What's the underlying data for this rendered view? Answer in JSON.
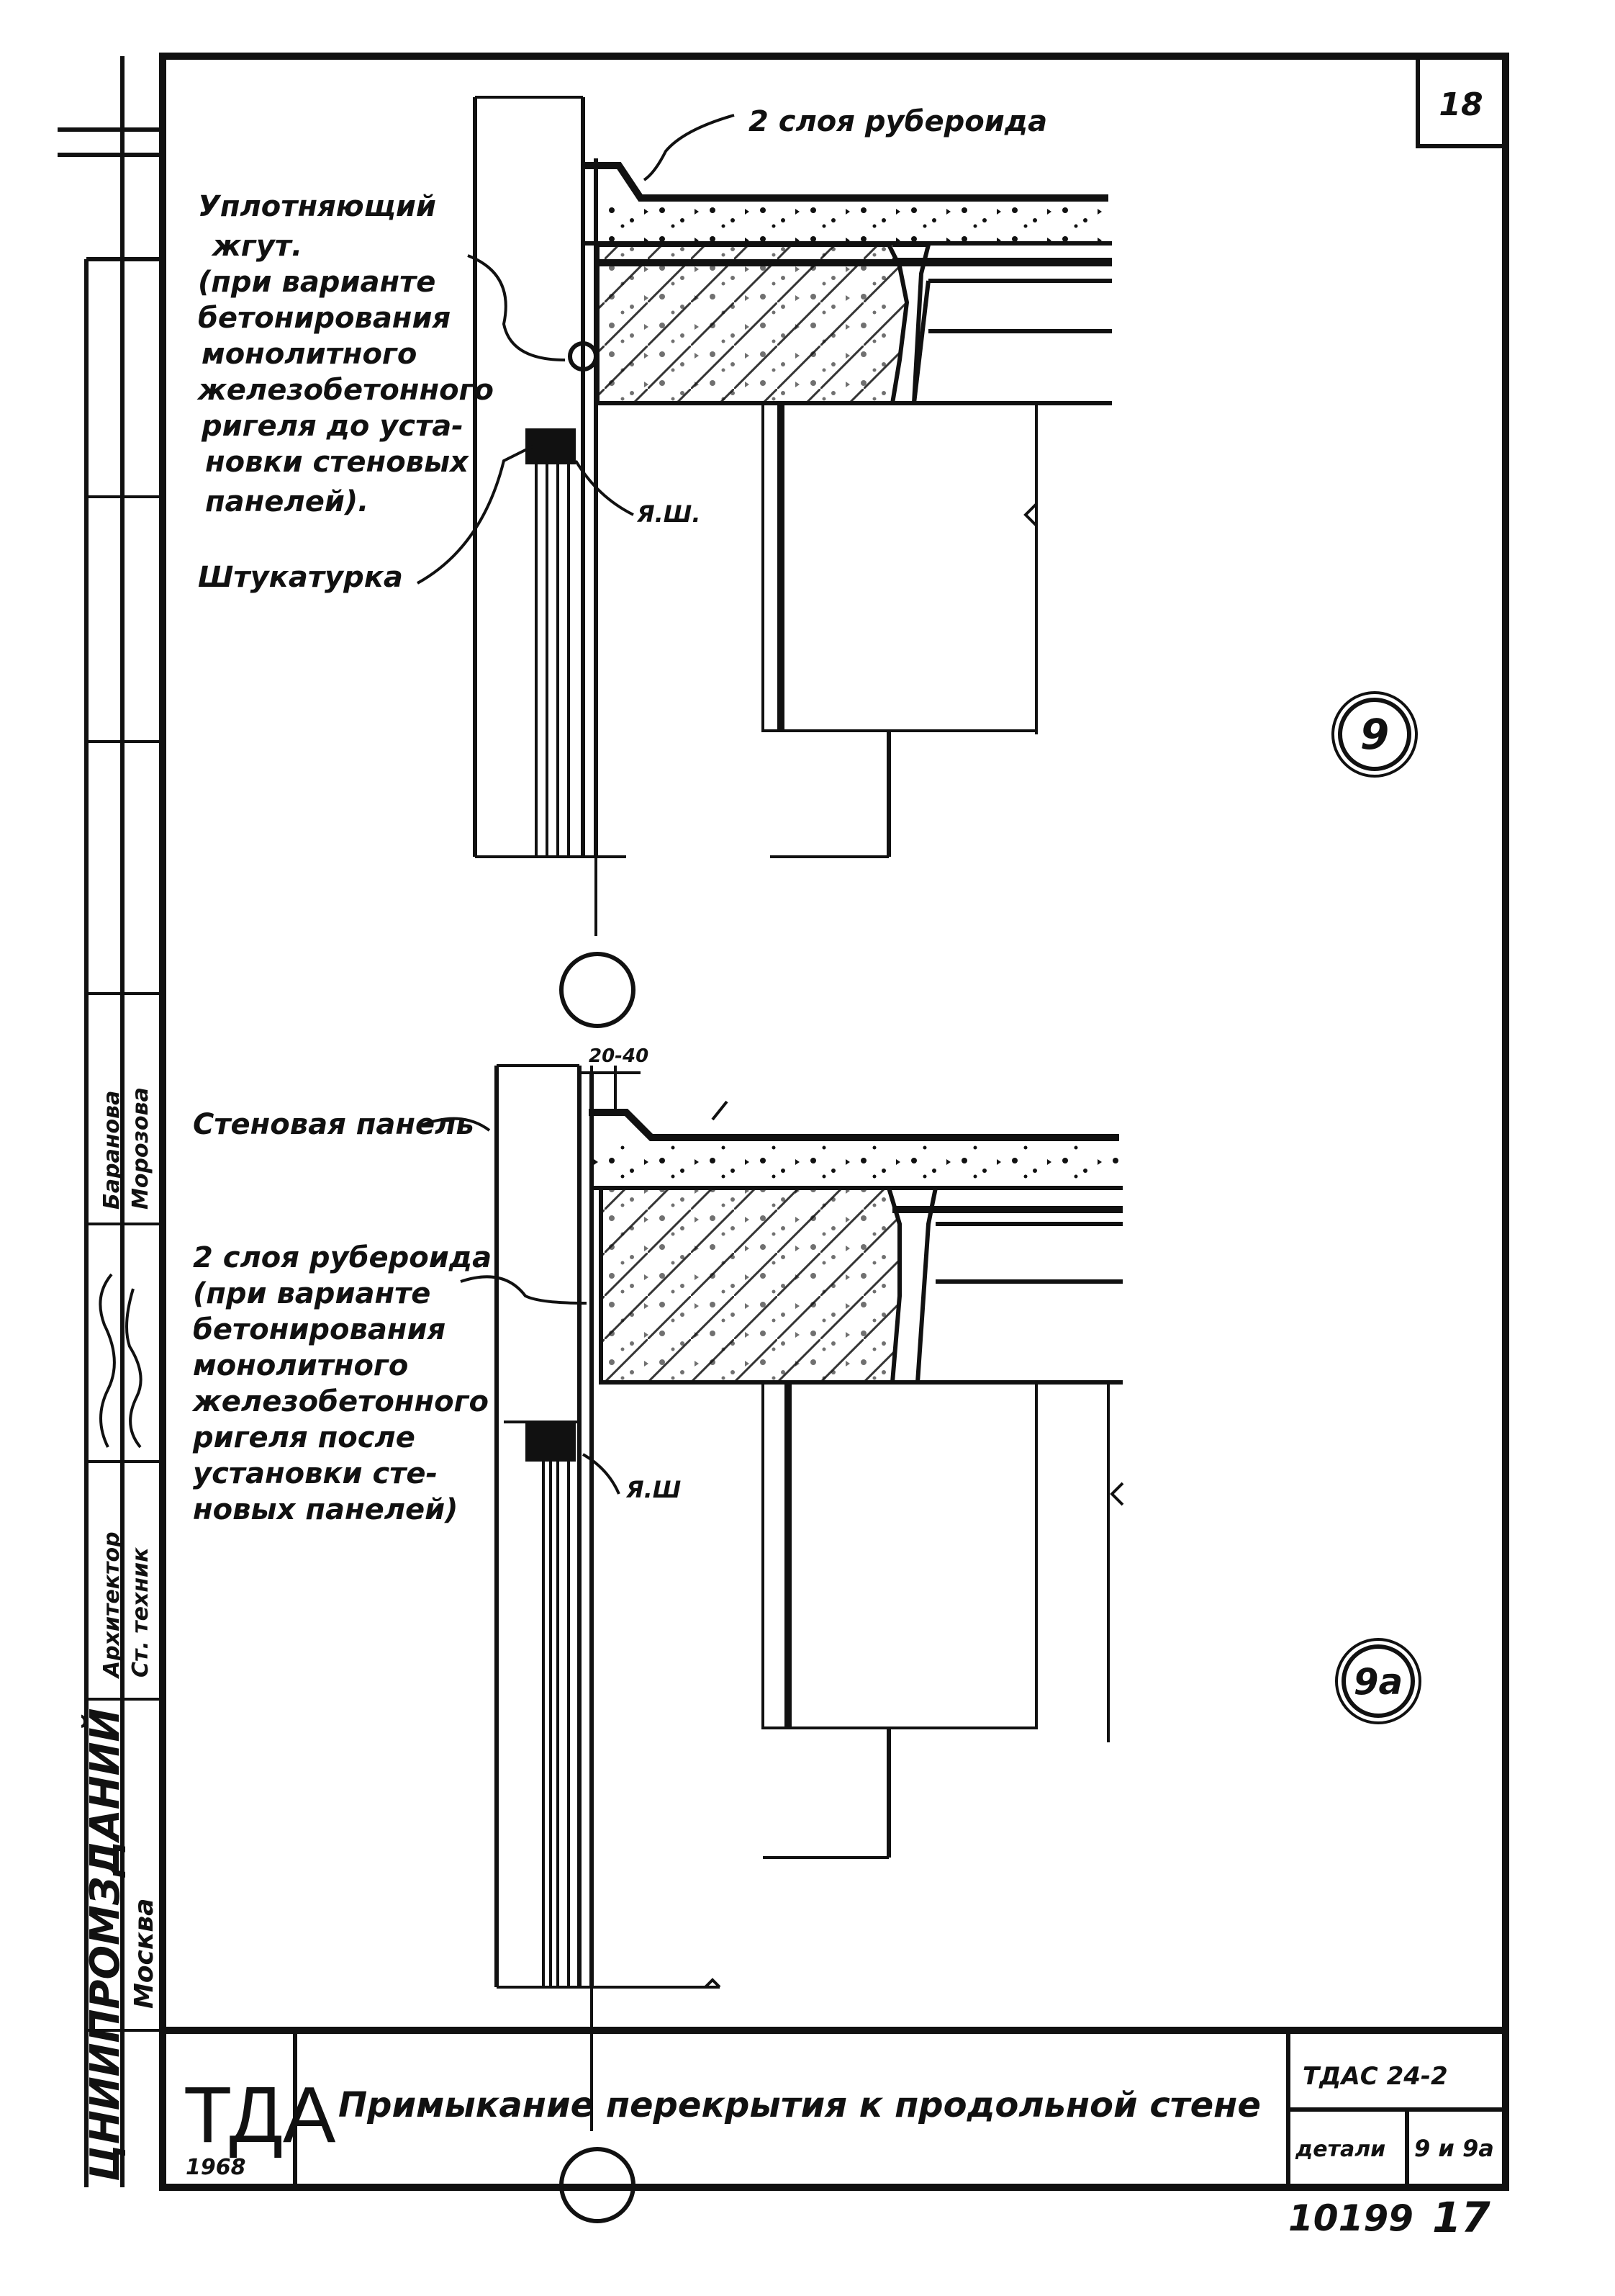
{
  "sheet": {
    "number": "18",
    "doc_code": "ТДАС 24-2",
    "doc_type": "детали",
    "detail_refs": "9 и 9а",
    "archive_number": "10199",
    "archive_sheet": "17"
  },
  "title_block": {
    "logo": "ТДА",
    "year": "1968",
    "title": "Примыкание перекрытия к продольной стене"
  },
  "side_stamp": {
    "org": "ЦНИИПРОМЗДАНИЙ",
    "city": "Москва",
    "roles": [
      "Архитектор",
      "Ст. техник"
    ],
    "names": [
      "Баранова",
      "Морозова"
    ]
  },
  "detail_9": {
    "marker": "9",
    "labels": {
      "roofing": "2 слоя рубероида",
      "seal_1": "Уплотняющий",
      "seal_2": "жгут.",
      "seal_3": "(при варианте",
      "seal_4": "бетонирования",
      "seal_5": "монолитного",
      "seal_6": "железобетонного",
      "seal_7": "ригеля до уста-",
      "seal_8": "новки стеновых",
      "seal_9": "панелей).",
      "plaster": "Штукатурка",
      "mastic": "Я.Ш."
    }
  },
  "detail_9a": {
    "marker": "9а",
    "labels": {
      "wall_panel": "Стеновая панель",
      "dim": "20-40",
      "roof_1": "2 слоя рубероида",
      "roof_2": "(при варианте",
      "roof_3": "бетонирования",
      "roof_4": "монолитного",
      "roof_5": "железобетонного",
      "roof_6": "ригеля после",
      "roof_7": "установки сте-",
      "roof_8": "новых панелей)",
      "mastic": "Я.Ш"
    }
  }
}
